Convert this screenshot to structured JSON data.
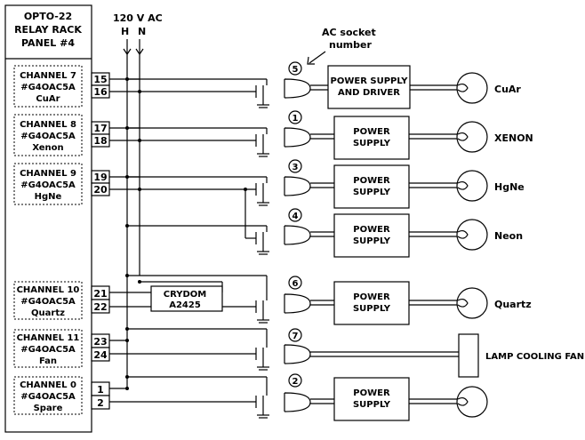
{
  "panel": {
    "lines": [
      "OPTO-22",
      "RELAY RACK",
      "PANEL #4"
    ]
  },
  "supply": {
    "title": "120 V AC",
    "h": "H",
    "n": "N"
  },
  "socket_note": [
    "AC socket",
    "number"
  ],
  "channels": [
    {
      "lines": [
        "CHANNEL 7",
        "#G4OAC5A",
        "CuAr"
      ],
      "terms": [
        "15",
        "16"
      ]
    },
    {
      "lines": [
        "CHANNEL 8",
        "#G4OAC5A",
        "Xenon"
      ],
      "terms": [
        "17",
        "18"
      ]
    },
    {
      "lines": [
        "CHANNEL 9",
        "#G4OAC5A",
        "HgNe"
      ],
      "terms": [
        "19",
        "20"
      ]
    },
    {
      "lines": [
        "CHANNEL 10",
        "#G4OAC5A",
        "Quartz"
      ],
      "terms": [
        "21",
        "22"
      ]
    },
    {
      "lines": [
        "CHANNEL 11",
        "#G4OAC5A",
        "Fan"
      ],
      "terms": [
        "23",
        "24"
      ]
    },
    {
      "lines": [
        "CHANNEL 0",
        "#G4OAC5A",
        "Spare"
      ],
      "terms": [
        "1",
        "2"
      ]
    }
  ],
  "crydom": [
    "CRYDOM",
    "A2425"
  ],
  "sockets": [
    "5",
    "1",
    "3",
    "4",
    "6",
    "7",
    "2"
  ],
  "supplies": [
    [
      "POWER SUPPLY",
      "AND DRIVER"
    ],
    [
      "POWER",
      "SUPPLY"
    ],
    [
      "POWER",
      "SUPPLY"
    ],
    [
      "POWER",
      "SUPPLY"
    ],
    [
      "POWER",
      "SUPPLY"
    ],
    [
      "POWER",
      "SUPPLY"
    ]
  ],
  "lamps": [
    "CuAr",
    "XENON",
    "HgNe",
    "Neon",
    "Quartz"
  ],
  "fan": "LAMP COOLING FAN"
}
